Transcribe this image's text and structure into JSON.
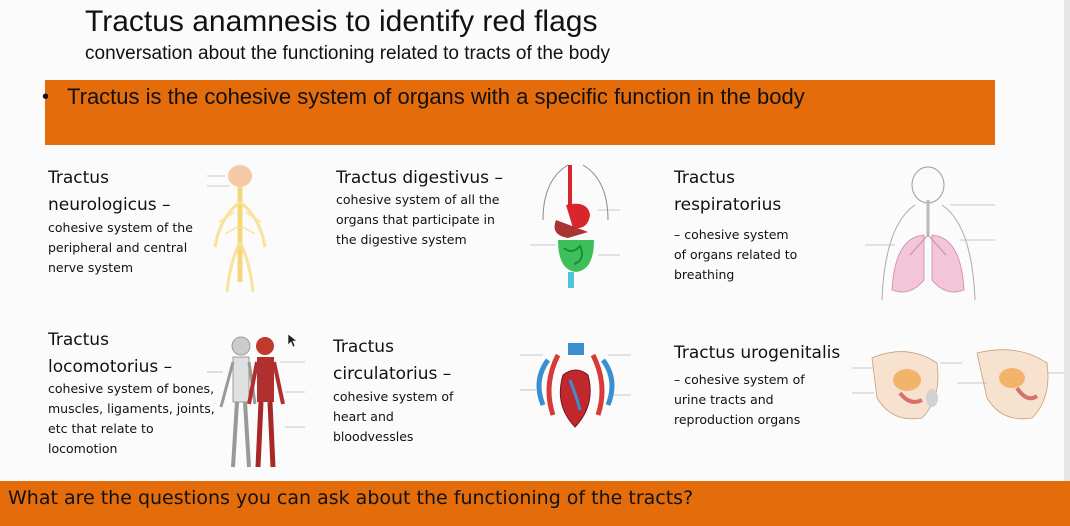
{
  "header": {
    "title": "Tractus anamnesis to identify red flags",
    "subtitle": "conversation about the functioning related to tracts of the body"
  },
  "banner": {
    "bullet": "•",
    "text": "Tractus is the cohesive system of organs with a specific function in the body"
  },
  "tracts": [
    {
      "term_lines": [
        "Tractus",
        "neurologicus –"
      ],
      "desc_lines": [
        "cohesive system of the",
        "peripheral and central",
        "nerve system"
      ],
      "image": "nervous-system-illustration"
    },
    {
      "term_lines": [
        "Tractus digestivus –"
      ],
      "desc_lines": [
        "cohesive system of all the",
        "organs that participate in",
        "the digestive system"
      ],
      "image": "digestive-system-illustration"
    },
    {
      "term_lines": [
        "Tractus",
        "respiratorius"
      ],
      "desc_lines": [
        "– cohesive system",
        "of organs related to",
        "breathing"
      ],
      "image": "respiratory-system-illustration"
    },
    {
      "term_lines": [
        "Tractus",
        "locomotorius –"
      ],
      "desc_lines": [
        "cohesive system of bones,",
        "muscles, ligaments, joints,",
        "etc that relate to",
        "locomotion"
      ],
      "image": "musculoskeletal-system-illustration"
    },
    {
      "term_lines": [
        "Tractus",
        "circulatorius –"
      ],
      "desc_lines": [
        "cohesive system of",
        "heart and",
        "bloodvessles"
      ],
      "image": "circulatory-system-illustration"
    },
    {
      "term_lines": [
        "Tractus urogenitalis"
      ],
      "desc_lines": [
        "– cohesive system of",
        "urine tracts and",
        "reproduction organs"
      ],
      "image": "urogenital-system-illustration"
    }
  ],
  "footer": {
    "question": "What are the questions you can ask about the functioning of the tracts?"
  },
  "colors": {
    "accent": "#e46c0a",
    "background": "#fbfbfb",
    "text": "#111111"
  },
  "icons": {
    "cursor": "mouse-pointer-icon"
  }
}
